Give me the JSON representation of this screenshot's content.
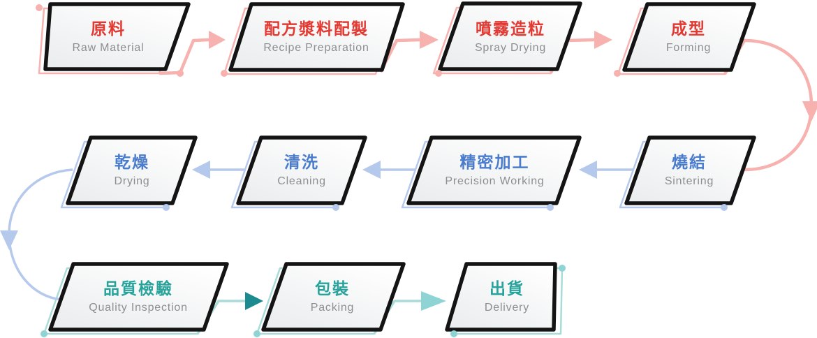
{
  "diagram": {
    "stages": [
      {
        "id": "raw-material",
        "zh": "原料",
        "en": "Raw Material",
        "group": "red"
      },
      {
        "id": "recipe-preparation",
        "zh": "配方漿料配製",
        "en": "Recipe Preparation",
        "group": "red"
      },
      {
        "id": "spray-drying",
        "zh": "噴霧造粒",
        "en": "Spray Drying",
        "group": "red"
      },
      {
        "id": "forming",
        "zh": "成型",
        "en": "Forming",
        "group": "red"
      },
      {
        "id": "sintering",
        "zh": "燒結",
        "en": "Sintering",
        "group": "blue"
      },
      {
        "id": "precision-working",
        "zh": "精密加工",
        "en": "Precision Working",
        "group": "blue"
      },
      {
        "id": "cleaning",
        "zh": "清洗",
        "en": "Cleaning",
        "group": "blue"
      },
      {
        "id": "drying",
        "zh": "乾燥",
        "en": "Drying",
        "group": "blue"
      },
      {
        "id": "quality-inspection",
        "zh": "品質檢驗",
        "en": "Quality Inspection",
        "group": "teal"
      },
      {
        "id": "packing",
        "zh": "包裝",
        "en": "Packing",
        "group": "teal"
      },
      {
        "id": "delivery",
        "zh": "出貨",
        "en": "Delivery",
        "group": "teal"
      }
    ]
  },
  "colors": {
    "red": "#e23a32",
    "blue": "#4a7ccd",
    "teal": "#28a39b",
    "gray": "#8d8e90",
    "ink": "#141414",
    "pink": "#f7b1ae",
    "lblue": "#b5c9ec",
    "lteal": "#a9dcd9",
    "dteal": "#1b8b90",
    "mteal": "#8fd4d4"
  }
}
